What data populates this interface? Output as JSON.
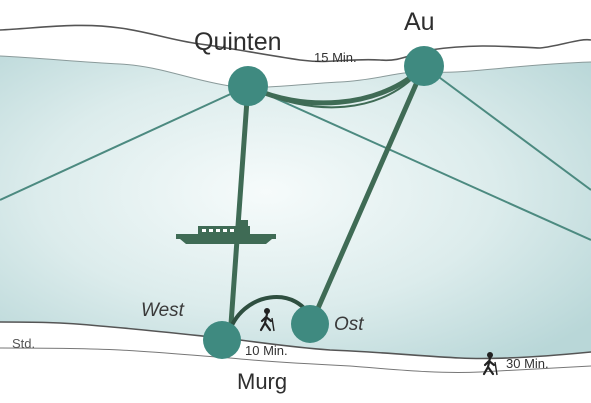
{
  "places": {
    "quinten": "Quinten",
    "au": "Au",
    "murg": "Murg",
    "west": "West",
    "ost": "Ost"
  },
  "durations": {
    "quinten_walk": "15 Min.",
    "murg_walk": "10 Min.",
    "hike": "30 Min."
  },
  "edge_text": "Std.",
  "icons": [
    "walker-icon",
    "ship-icon"
  ],
  "colors": {
    "lake": "#c9e2e2",
    "lake_center": "#f4fafa",
    "route": "#3f6b55",
    "station": "#3f8a80",
    "shore": "#555555"
  }
}
